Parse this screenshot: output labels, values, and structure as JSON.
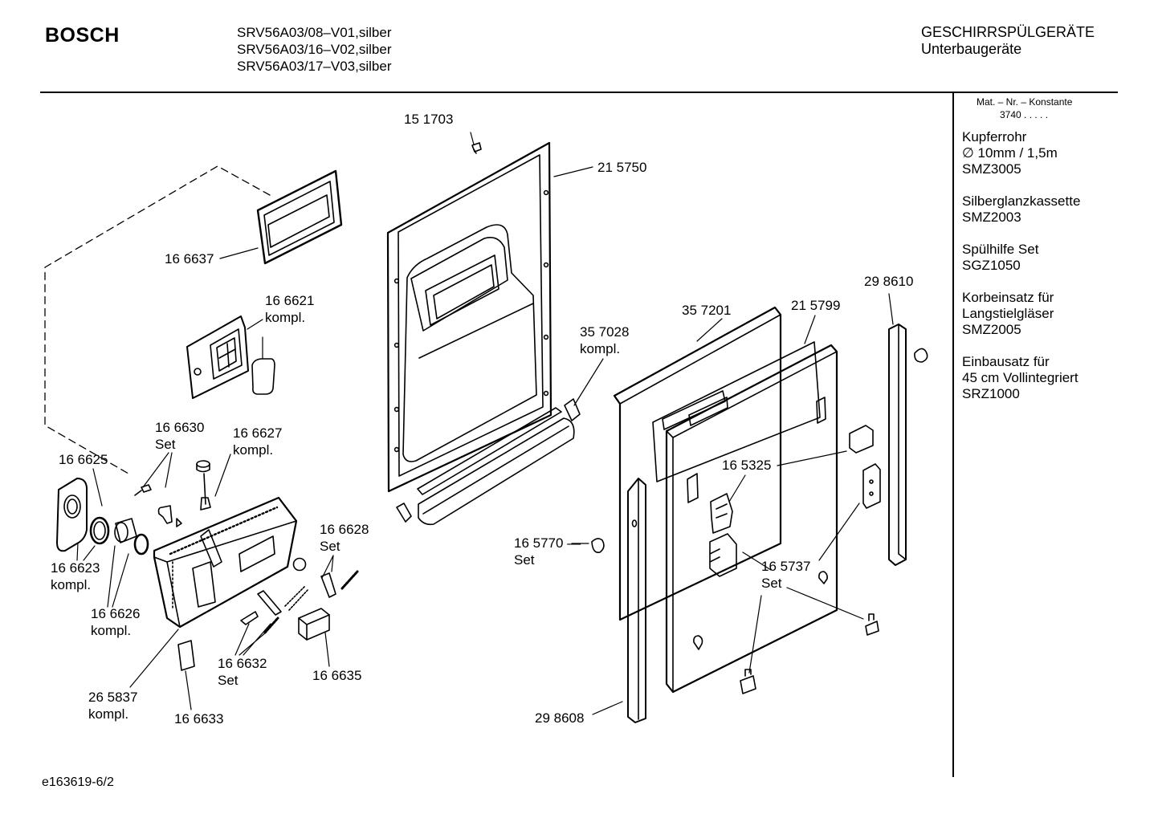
{
  "header": {
    "brand": "BOSCH",
    "models": [
      "SRV56A03/08–V01,silber",
      "SRV56A03/16–V02,silber",
      "SRV56A03/17–V03,silber"
    ],
    "category": [
      "GESCHIRRSPÜLGERÄTE",
      "Unterbaugeräte"
    ]
  },
  "sidebar": {
    "heading": "Mat. – Nr. – Konstante",
    "constant": "3740  .  .  .  .  .",
    "items": [
      {
        "lines": [
          "Kupferrohr",
          "∅ 10mm / 1,5m",
          "SMZ3005"
        ]
      },
      {
        "lines": [
          "Silberglanzkassette",
          "SMZ2003"
        ]
      },
      {
        "lines": [
          "Spülhilfe Set",
          "SGZ1050"
        ]
      },
      {
        "lines": [
          "Korbeinsatz für",
          "Langstielgläser",
          "SMZ2005"
        ]
      },
      {
        "lines": [
          "Einbausatz für",
          "45 cm Vollintegriert",
          "SRZ1000"
        ]
      }
    ]
  },
  "callouts": [
    {
      "id": "151703",
      "lines": [
        "15 1703"
      ]
    },
    {
      "id": "215750",
      "lines": [
        "21 5750"
      ]
    },
    {
      "id": "166637",
      "lines": [
        "16 6637"
      ]
    },
    {
      "id": "166621",
      "lines": [
        "16 6621",
        "kompl."
      ]
    },
    {
      "id": "357028",
      "lines": [
        "35 7028",
        "kompl."
      ]
    },
    {
      "id": "357201",
      "lines": [
        "35 7201"
      ]
    },
    {
      "id": "215799",
      "lines": [
        "21 5799"
      ]
    },
    {
      "id": "298610",
      "lines": [
        "29 8610"
      ]
    },
    {
      "id": "166630",
      "lines": [
        "16 6630",
        "Set"
      ]
    },
    {
      "id": "166627",
      "lines": [
        "16 6627",
        "kompl."
      ]
    },
    {
      "id": "166625",
      "lines": [
        "16 6625"
      ]
    },
    {
      "id": "165325",
      "lines": [
        "16 5325"
      ]
    },
    {
      "id": "166628",
      "lines": [
        "16 6628",
        "Set"
      ]
    },
    {
      "id": "165770",
      "lines": [
        "16 5770 —",
        "Set"
      ]
    },
    {
      "id": "166623",
      "lines": [
        "16 6623",
        "kompl."
      ]
    },
    {
      "id": "165737",
      "lines": [
        "16 5737",
        "Set"
      ]
    },
    {
      "id": "166626",
      "lines": [
        "16 6626",
        "kompl."
      ]
    },
    {
      "id": "166632",
      "lines": [
        "16 6632",
        "Set"
      ]
    },
    {
      "id": "166635",
      "lines": [
        "16 6635"
      ]
    },
    {
      "id": "265837",
      "lines": [
        "26 5837",
        "kompl."
      ]
    },
    {
      "id": "166633",
      "lines": [
        "16 6633"
      ]
    },
    {
      "id": "298608",
      "lines": [
        "29 8608"
      ]
    }
  ],
  "footer": {
    "drawing_id": "e163619-6/2"
  }
}
